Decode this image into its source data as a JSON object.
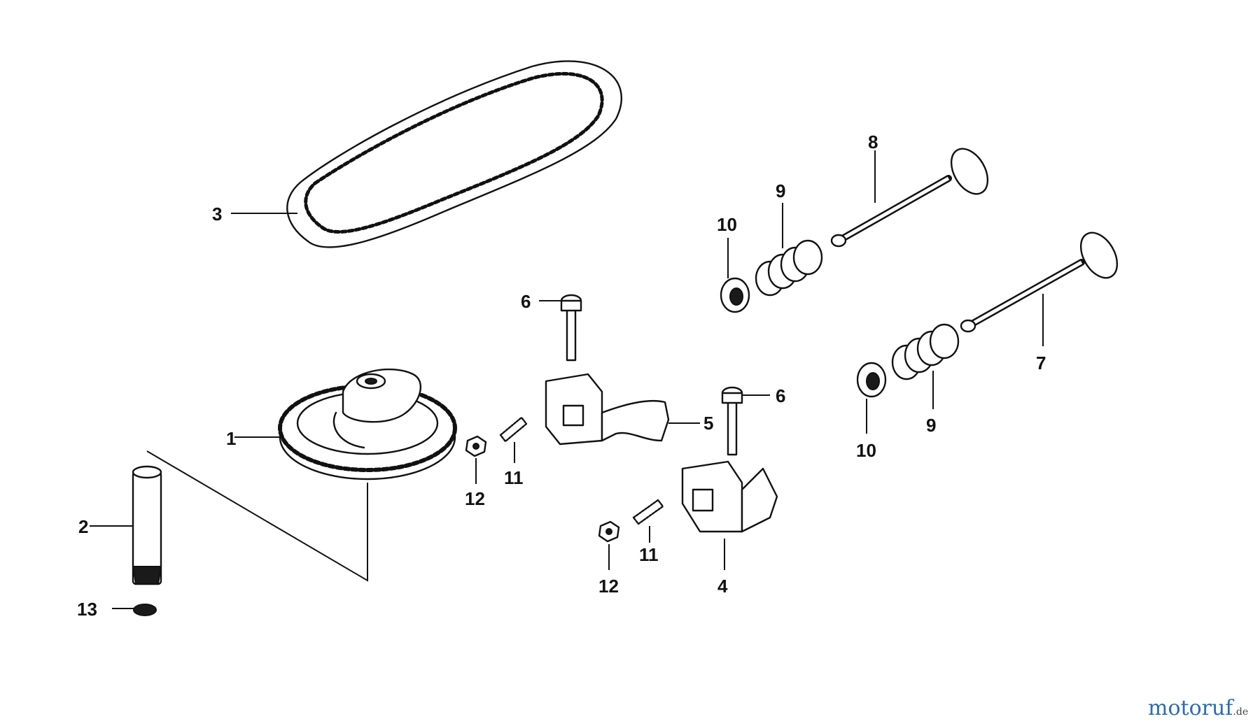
{
  "diagram": {
    "callouts": {
      "c1": "1",
      "c2": "2",
      "c3": "3",
      "c4": "4",
      "c5": "5",
      "c6a": "6",
      "c6b": "6",
      "c7": "7",
      "c8": "8",
      "c9a": "9",
      "c9b": "9",
      "c10a": "10",
      "c10b": "10",
      "c11a": "11",
      "c11b": "11",
      "c12a": "12",
      "c12b": "12",
      "c13": "13"
    }
  },
  "watermark": {
    "main": "motoruf",
    "tld": ".de",
    "colors": [
      "#2b6cb0",
      "#c53030",
      "#2f855a",
      "#d69e2e"
    ]
  }
}
